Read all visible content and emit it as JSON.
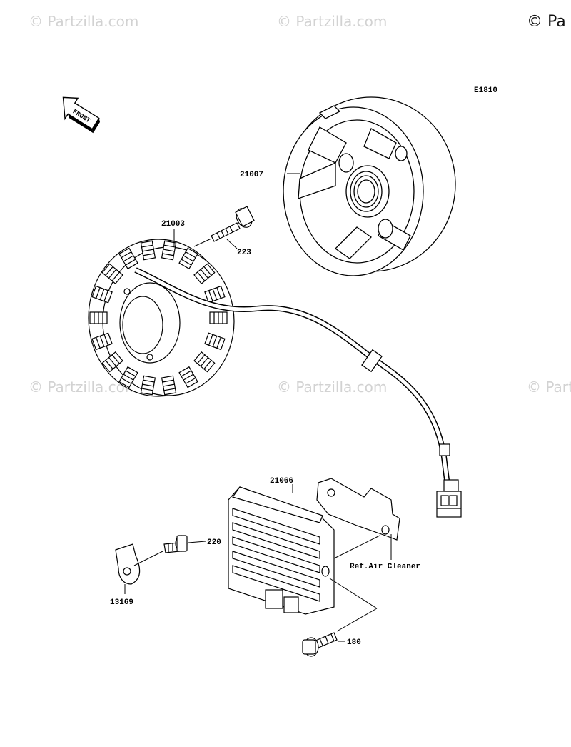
{
  "watermark": "© Partzilla.com",
  "corner_copyright": "© Pa",
  "diagram_code": "E1810",
  "front_arrow_text": "FRONT",
  "callouts": {
    "flywheel": "21007",
    "stator": "21003",
    "stator_bolt": "223",
    "regulator": "21066",
    "regulator_bolt": "220",
    "bracket": "13169",
    "flange_bolt": "180",
    "reference": "Ref.Air Cleaner"
  }
}
